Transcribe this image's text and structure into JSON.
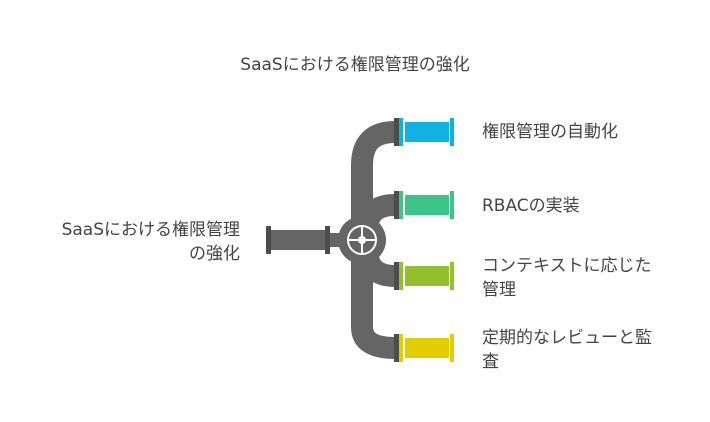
{
  "title": "SaaSにおける権限管理の強化",
  "source_label": "SaaSにおける権限管理\nの強化",
  "colors": {
    "pipe": "#656565",
    "pipe_dark": "#4d4d4d",
    "text": "#444444"
  },
  "branches": [
    {
      "label": "権限管理の自動化",
      "color": "#10b2e4"
    },
    {
      "label": "RBACの実装",
      "color": "#3ec388"
    },
    {
      "label": "コンテキストに応じた\n管理",
      "color": "#94bf2f"
    },
    {
      "label": "定期的なレビューと監\n査",
      "color": "#e2cd00"
    }
  ]
}
